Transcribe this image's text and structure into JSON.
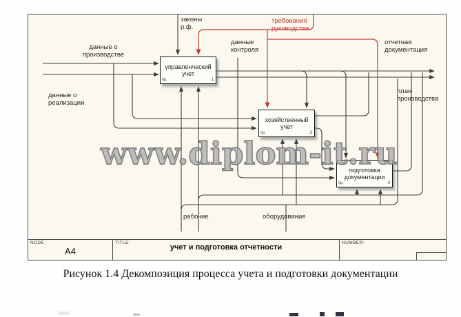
{
  "page": {
    "watermark": "www.diplom-it.ru",
    "caption": "Рисунок 1.4 Декомпозиция процесса учета и подготовки документации"
  },
  "diagram": {
    "boxes": [
      {
        "label": "управленческий учет",
        "cost": "0р.",
        "number": "1"
      },
      {
        "label": "хозяйственный учет",
        "cost": "0р.",
        "number": "2"
      },
      {
        "label": "подготовка документации",
        "cost": "0р.",
        "number": "3"
      }
    ],
    "arrow_labels": {
      "input_production": "данные о производстве",
      "input_sales": "данные о реализации",
      "control_laws": "законы р.ф.",
      "control_management": "требования руководства",
      "control_data": "данные контроля",
      "output_reporting": "отчетная документация",
      "output_plan": "план производства",
      "mechanism_workers": "рабочие",
      "mechanism_equipment": "оборудование"
    },
    "title_bar": {
      "node_label": "NODE:",
      "node_value": "A4",
      "title_label": "TITLE:",
      "title_value": "учет и подготовка отчетности",
      "number_label": "NUMBER:"
    },
    "colors": {
      "control_red": "#c5362e",
      "line_gray": "#3c3c3c",
      "canvas_bg": "#fbf9ef",
      "watermark_gray": "#a8a8a8"
    }
  }
}
